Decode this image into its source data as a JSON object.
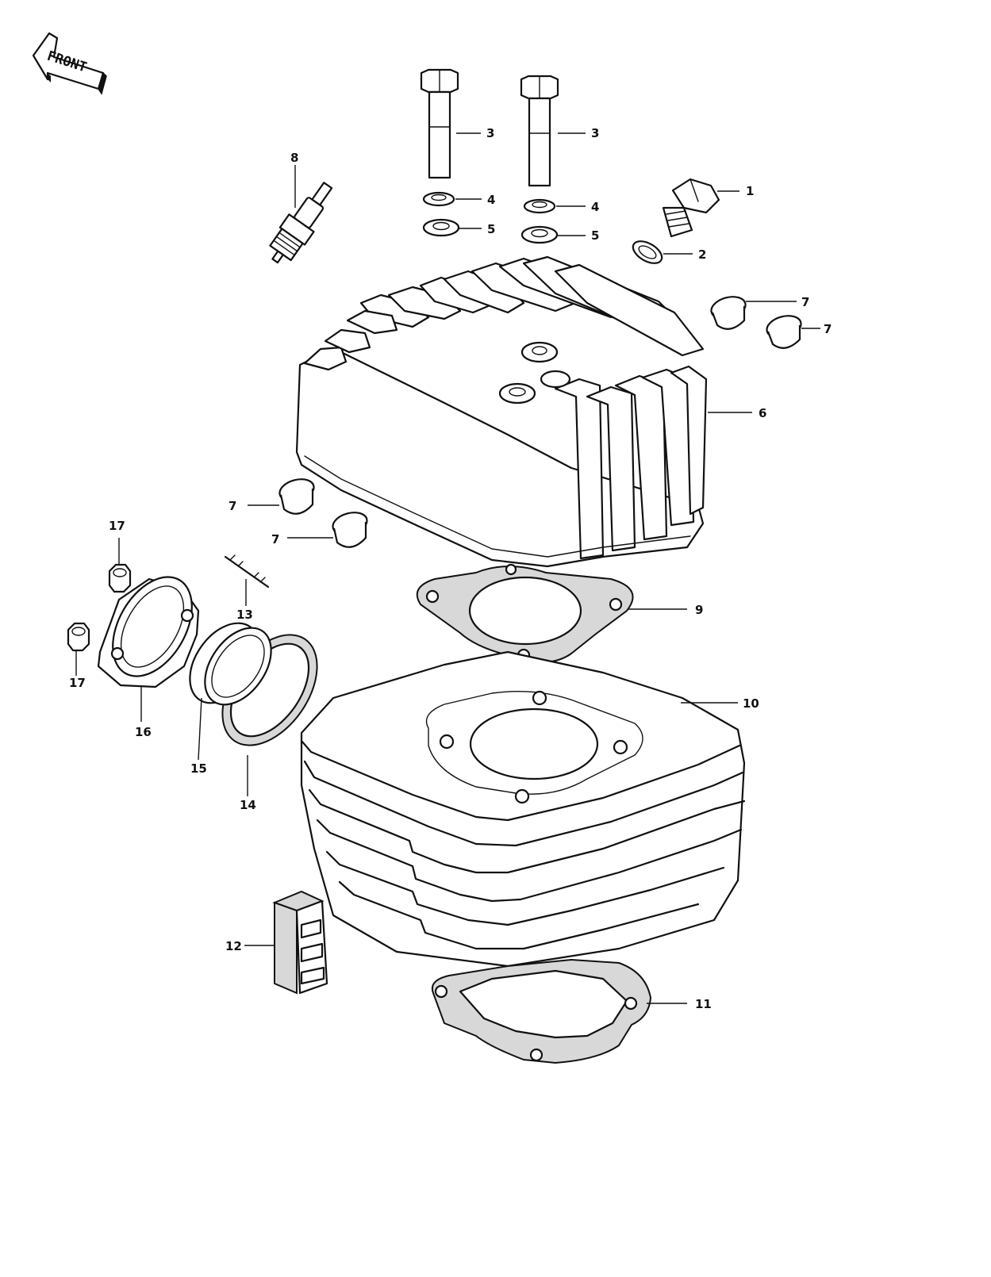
{
  "front_indicator": {
    "text": "FRONT",
    "icon": "front-arrow-icon"
  },
  "callouts": [
    {
      "id": "label-1",
      "text": "1"
    },
    {
      "id": "label-2",
      "text": "2"
    },
    {
      "id": "label-3a",
      "text": "3"
    },
    {
      "id": "label-3b",
      "text": "3"
    },
    {
      "id": "label-4a",
      "text": "4"
    },
    {
      "id": "label-4b",
      "text": "4"
    },
    {
      "id": "label-5a",
      "text": "5"
    },
    {
      "id": "label-5b",
      "text": "5"
    },
    {
      "id": "label-6",
      "text": "6"
    },
    {
      "id": "label-7a",
      "text": "7"
    },
    {
      "id": "label-7b",
      "text": "7"
    },
    {
      "id": "label-7c",
      "text": "7"
    },
    {
      "id": "label-7d",
      "text": "7"
    },
    {
      "id": "label-8",
      "text": "8"
    },
    {
      "id": "label-9",
      "text": "9"
    },
    {
      "id": "label-10",
      "text": "10"
    },
    {
      "id": "label-11",
      "text": "11"
    },
    {
      "id": "label-12",
      "text": "12"
    },
    {
      "id": "label-13",
      "text": "13"
    },
    {
      "id": "label-14",
      "text": "14"
    },
    {
      "id": "label-15",
      "text": "15"
    },
    {
      "id": "label-16",
      "text": "16"
    },
    {
      "id": "label-17a",
      "text": "17"
    },
    {
      "id": "label-17b",
      "text": "17"
    }
  ]
}
